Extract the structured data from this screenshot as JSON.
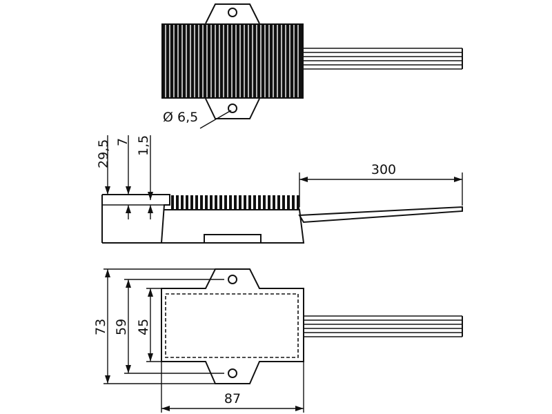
{
  "drawing": {
    "top_view": {
      "hole_label": "Ø 6,5"
    },
    "side_view": {
      "dim_total_height": "29,5",
      "dim_flange": "7",
      "dim_plate": "1,5",
      "dim_cable_length": "300"
    },
    "front_view": {
      "dim_overall_height": "73",
      "dim_hole_spacing": "59",
      "dim_body_height": "45",
      "dim_body_width": "87"
    },
    "colors": {
      "line": "#111111",
      "background": "#ffffff"
    }
  }
}
